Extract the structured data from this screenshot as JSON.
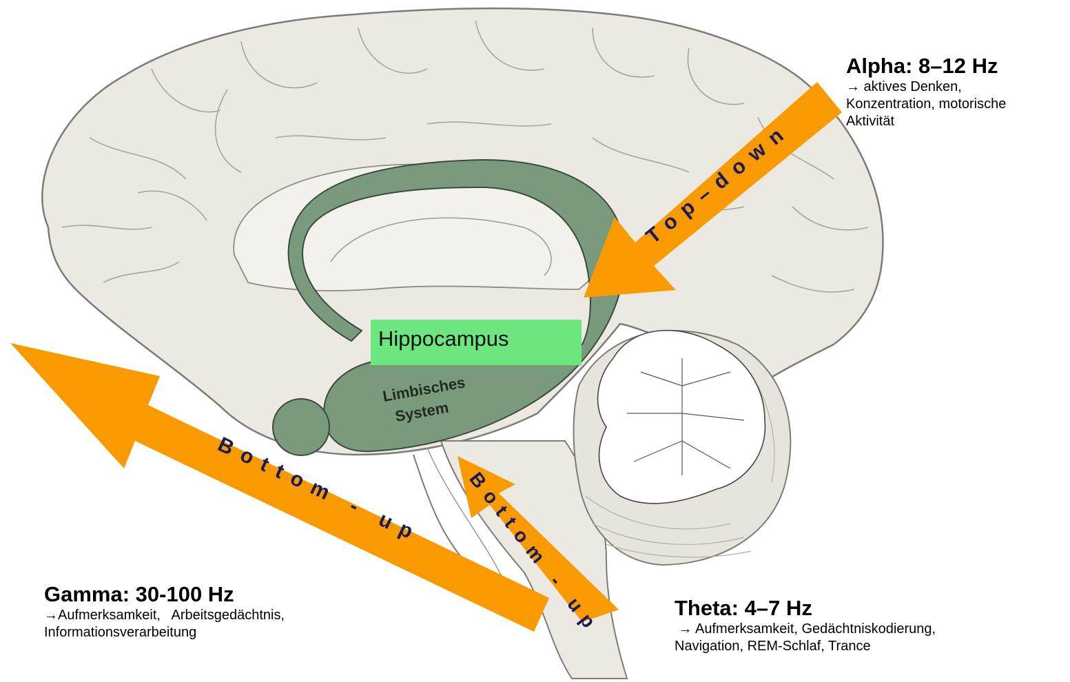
{
  "regions": {
    "hippocampus": "Hippocampus",
    "limbic_line1": "Limbisches",
    "limbic_line2": "System"
  },
  "arrows": {
    "top_down": "Top–down",
    "bottom_up_left": "Bottom - up",
    "bottom_up_right": "Bottom - up"
  },
  "bands": {
    "alpha": {
      "title": "Alpha: 8–12 Hz",
      "desc_line1": " → aktives Denken,",
      "desc_line2": "Konzentration, motorische",
      "desc_line3": "Aktivität"
    },
    "gamma": {
      "title": "Gamma: 30-100 Hz",
      "desc_line1": "→Aufmerksamkeit,   Arbeitsgedächtnis,",
      "desc_line2": "Informationsverarbeitung"
    },
    "theta": {
      "title": "Theta: 4–7 Hz",
      "desc_line1": " → Aufmerksamkeit, Gedächtniskodierung,",
      "desc_line2": "Navigation, REM-Schlaf, Trance"
    }
  },
  "colors": {
    "cortex": "#ebe9e2",
    "cortex_outline": "#7b7b78",
    "limbic": "#7a9a7e",
    "hippocampus_box": "#6ee67e",
    "arrow": "#f99b00",
    "arrow_text": "#1a1a5a"
  }
}
